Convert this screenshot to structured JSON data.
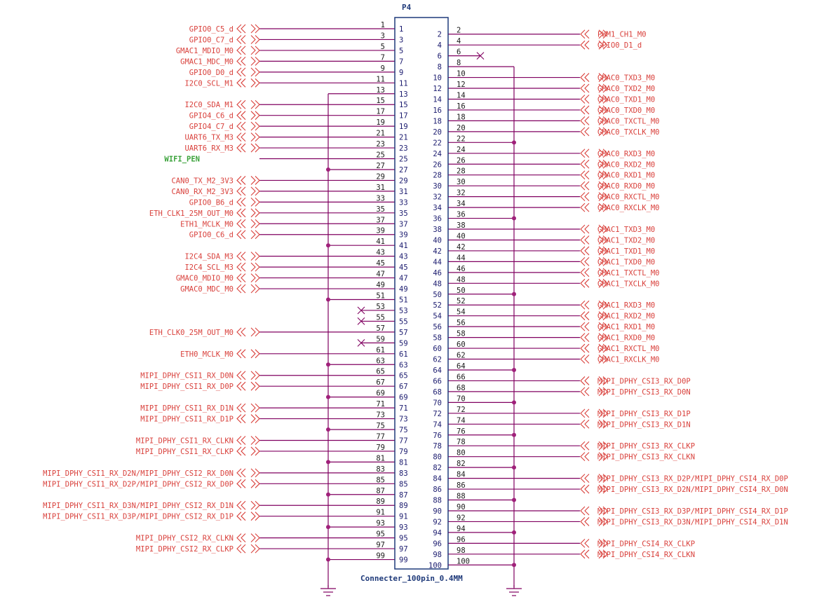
{
  "connector": {
    "designator": "P4",
    "part": "Connecter_100pin_0.4MM"
  },
  "left_nets": [
    {
      "pin": 1,
      "label": "GPIO0_C5_d"
    },
    {
      "pin": 3,
      "label": "GPIO0_C7_d"
    },
    {
      "pin": 5,
      "label": "GMAC1_MDIO_M0"
    },
    {
      "pin": 7,
      "label": "GMAC1_MDC_M0"
    },
    {
      "pin": 9,
      "label": "GPIO0_D0_d"
    },
    {
      "pin": 11,
      "label": "I2C0_SCL_M1"
    },
    {
      "pin": 15,
      "label": "I2C0_SDA_M1"
    },
    {
      "pin": 17,
      "label": "GPIO4_C6_d"
    },
    {
      "pin": 19,
      "label": "GPIO4_C7_d"
    },
    {
      "pin": 21,
      "label": "UART6_TX_M3"
    },
    {
      "pin": 23,
      "label": "UART6_RX_M3"
    },
    {
      "pin": 25,
      "label": "WIFI_PEN",
      "power": true
    },
    {
      "pin": 29,
      "label": "CAN0_TX_M2_3V3"
    },
    {
      "pin": 31,
      "label": "CAN0_RX_M2_3V3"
    },
    {
      "pin": 33,
      "label": "GPIO0_B6_d"
    },
    {
      "pin": 35,
      "label": "ETH_CLK1_25M_OUT_M0"
    },
    {
      "pin": 37,
      "label": "ETH1_MCLK_M0"
    },
    {
      "pin": 39,
      "label": "GPIO0_C6_d"
    },
    {
      "pin": 43,
      "label": "I2C4_SDA_M3"
    },
    {
      "pin": 45,
      "label": "I2C4_SCL_M3"
    },
    {
      "pin": 47,
      "label": "GMAC0_MDIO_M0"
    },
    {
      "pin": 49,
      "label": "GMAC0_MDC_M0"
    },
    {
      "pin": 57,
      "label": "ETH_CLK0_25M_OUT_M0"
    },
    {
      "pin": 61,
      "label": "ETH0_MCLK_M0"
    },
    {
      "pin": 65,
      "label": "MIPI_DPHY_CSI1_RX_D0N"
    },
    {
      "pin": 67,
      "label": "MIPI_DPHY_CSI1_RX_D0P"
    },
    {
      "pin": 71,
      "label": "MIPI_DPHY_CSI1_RX_D1N"
    },
    {
      "pin": 73,
      "label": "MIPI_DPHY_CSI1_RX_D1P"
    },
    {
      "pin": 77,
      "label": "MIPI_DPHY_CSI1_RX_CLKN"
    },
    {
      "pin": 79,
      "label": "MIPI_DPHY_CSI1_RX_CLKP"
    },
    {
      "pin": 83,
      "label": "MIPI_DPHY_CSI1_RX_D2N/MIPI_DPHY_CSI2_RX_D0N"
    },
    {
      "pin": 85,
      "label": "MIPI_DPHY_CSI1_RX_D2P/MIPI_DPHY_CSI2_RX_D0P"
    },
    {
      "pin": 89,
      "label": "MIPI_DPHY_CSI1_RX_D3N/MIPI_DPHY_CSI2_RX_D1N"
    },
    {
      "pin": 91,
      "label": "MIPI_DPHY_CSI1_RX_D3P/MIPI_DPHY_CSI2_RX_D1P"
    },
    {
      "pin": 95,
      "label": "MIPI_DPHY_CSI2_RX_CLKN"
    },
    {
      "pin": 97,
      "label": "MIPI_DPHY_CSI2_RX_CLKP"
    }
  ],
  "right_nets": [
    {
      "pin": 2,
      "label": "PWM1_CH1_M0"
    },
    {
      "pin": 4,
      "label": "GPIO0_D1_d"
    },
    {
      "pin": 10,
      "label": "GMAC0_TXD3_M0"
    },
    {
      "pin": 12,
      "label": "GMAC0_TXD2_M0"
    },
    {
      "pin": 14,
      "label": "GMAC0_TXD1_M0"
    },
    {
      "pin": 16,
      "label": "GMAC0_TXD0_M0"
    },
    {
      "pin": 18,
      "label": "GMAC0_TXCTL_M0"
    },
    {
      "pin": 20,
      "label": "GMAC0_TXCLK_M0"
    },
    {
      "pin": 24,
      "label": "GMAC0_RXD3_M0"
    },
    {
      "pin": 26,
      "label": "GMAC0_RXD2_M0"
    },
    {
      "pin": 28,
      "label": "GMAC0_RXD1_M0"
    },
    {
      "pin": 30,
      "label": "GMAC0_RXD0_M0"
    },
    {
      "pin": 32,
      "label": "GMAC0_RXCTL_M0"
    },
    {
      "pin": 34,
      "label": "GMAC0_RXCLK_M0"
    },
    {
      "pin": 38,
      "label": "GMAC1_TXD3_M0"
    },
    {
      "pin": 40,
      "label": "GMAC1_TXD2_M0"
    },
    {
      "pin": 42,
      "label": "GMAC1_TXD1_M0"
    },
    {
      "pin": 44,
      "label": "GMAC1_TXD0_M0"
    },
    {
      "pin": 46,
      "label": "GMAC1_TXCTL_M0"
    },
    {
      "pin": 48,
      "label": "GMAC1_TXCLK_M0"
    },
    {
      "pin": 52,
      "label": "GMAC1_RXD3_M0"
    },
    {
      "pin": 54,
      "label": "GMAC1_RXD2_M0"
    },
    {
      "pin": 56,
      "label": "GMAC1_RXD1_M0"
    },
    {
      "pin": 58,
      "label": "GMAC1_RXD0_M0"
    },
    {
      "pin": 60,
      "label": "GMAC1_RXCTL_M0"
    },
    {
      "pin": 62,
      "label": "GMAC1_RXCLK_M0"
    },
    {
      "pin": 66,
      "label": "MIPI_DPHY_CSI3_RX_D0P"
    },
    {
      "pin": 68,
      "label": "MIPI_DPHY_CSI3_RX_D0N"
    },
    {
      "pin": 72,
      "label": "MIPI_DPHY_CSI3_RX_D1P"
    },
    {
      "pin": 74,
      "label": "MIPI_DPHY_CSI3_RX_D1N"
    },
    {
      "pin": 78,
      "label": "MIPI_DPHY_CSI3_RX_CLKP"
    },
    {
      "pin": 80,
      "label": "MIPI_DPHY_CSI3_RX_CLKN"
    },
    {
      "pin": 84,
      "label": "MIPI_DPHY_CSI3_RX_D2P/MIPI_DPHY_CSI4_RX_D0P"
    },
    {
      "pin": 86,
      "label": "MIPI_DPHY_CSI3_RX_D2N/MIPI_DPHY_CSI4_RX_D0N"
    },
    {
      "pin": 90,
      "label": "MIPI_DPHY_CSI3_RX_D3P/MIPI_DPHY_CSI4_RX_D1P"
    },
    {
      "pin": 92,
      "label": "MIPI_DPHY_CSI3_RX_D3N/MIPI_DPHY_CSI4_RX_D1N"
    },
    {
      "pin": 96,
      "label": "MIPI_DPHY_CSI4_RX_CLKP"
    },
    {
      "pin": 98,
      "label": "MIPI_DPHY_CSI4_RX_CLKN"
    }
  ],
  "ground_pins_left": [
    13,
    27,
    41,
    51,
    63,
    69,
    75,
    81,
    87,
    93,
    99
  ],
  "ground_pins_right": [
    8,
    22,
    36,
    50,
    64,
    70,
    76,
    82,
    88,
    94,
    100
  ],
  "no_connect_pins": [
    6,
    53,
    55,
    59
  ]
}
